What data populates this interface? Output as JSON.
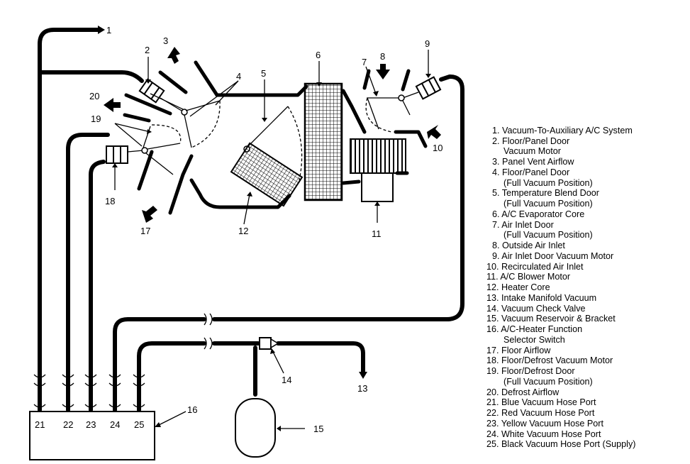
{
  "callouts": [
    "1",
    "2",
    "3",
    "4",
    "5",
    "6",
    "7",
    "8",
    "9",
    "10",
    "11",
    "12",
    "13",
    "14",
    "15",
    "16",
    "17",
    "18",
    "19",
    "20"
  ],
  "ports": [
    "21",
    "22",
    "23",
    "24",
    "25"
  ],
  "legend": [
    "1. Vacuum-To-Auxiliary A/C System",
    "2. Floor/Panel Door",
    "Vacuum Motor",
    "3. Panel Vent Airflow",
    "4. Floor/Panel Door",
    "(Full Vacuum Position)",
    "5. Temperature Blend Door",
    "(Full Vacuum Position)",
    "6. A/C Evaporator Core",
    "7. Air Inlet Door",
    "(Full Vacuum Position)",
    "8. Outside Air Inlet",
    "9. Air Inlet Door Vacuum Motor",
    "10. Recirculated Air Inlet",
    "11. A/C Blower Motor",
    "12. Heater Core",
    "13. Intake Manifold Vacuum",
    "14. Vacuum Check Valve",
    "15. Vacuum Reservoir & Bracket",
    "16. A/C-Heater Function",
    "Selector Switch",
    "17. Floor Airflow",
    "18. Floor/Defrost Vacuum Motor",
    "19. Floor/Defrost Door",
    "(Full Vacuum Position)",
    "20. Defrost Airflow",
    "21. Blue Vacuum Hose Port",
    "22. Red Vacuum Hose Port",
    "23. Yellow Vacuum Hose Port",
    "24. White Vacuum Hose Port",
    "25. Black Vacuum Hose Port (Supply)"
  ]
}
